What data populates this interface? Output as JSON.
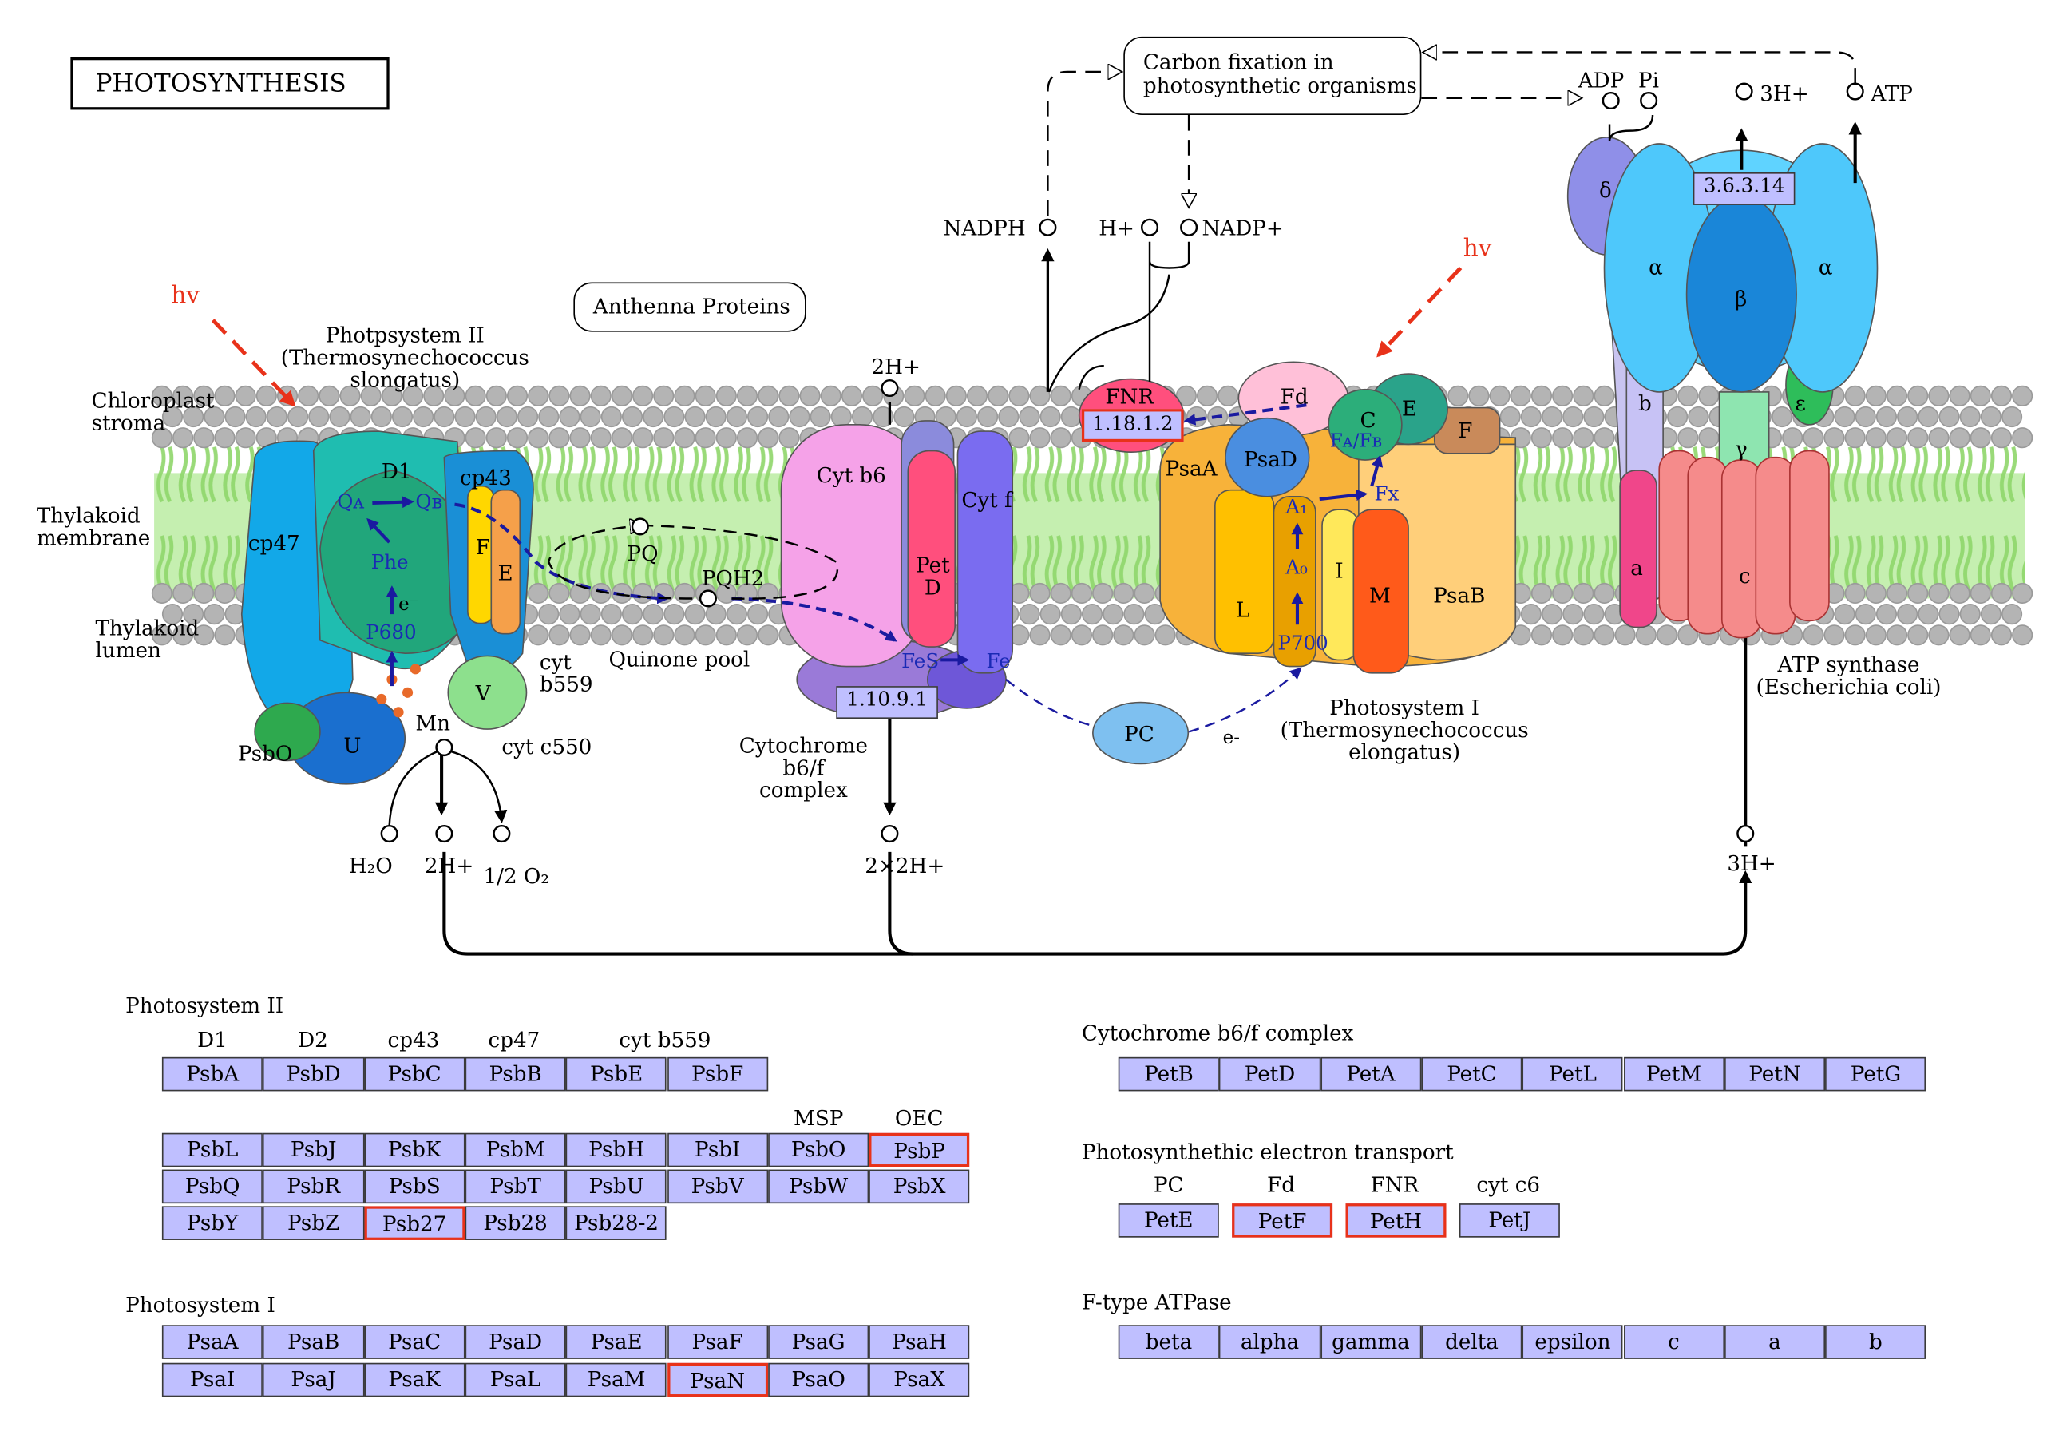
{
  "title": "PHOTOSYNTHESIS",
  "colors": {
    "highlight": "#e8321a",
    "gene_fill": "#bfbfff",
    "membrane": "#8fd66b",
    "lipid_head": "#b4b4b4",
    "electron_arrow": "#1a1aa0"
  },
  "maps": {
    "carbon_fixation": "Carbon fixation in\nphotosynthetic organisms",
    "antenna": "Anthenna Proteins"
  },
  "compartments": {
    "stroma": "Chloroplast\nstroma",
    "membrane": "Thylakoid\nmembrane",
    "lumen": "Thylakoid\nlumen"
  },
  "light": "hv",
  "complexes": {
    "psii": "Photpsystem II\n(Thermosynechococcus\nslongatus)",
    "cytb6f": "Cytochrome\nb6/f\ncomplex",
    "psi": "Photosystem I\n(Thermosynechococcus\nelongatus)",
    "atp": "ATP synthase\n(Escherichia coli)",
    "quinone": "Quinone pool"
  },
  "compounds": {
    "nadph": "NADPH",
    "hplus": "H+",
    "nadp": "NADP+",
    "adp": "ADP",
    "pi": "Pi",
    "h3": "3H+",
    "atp": "ATP",
    "h2_top": "2H+",
    "h2o": "H₂O",
    "h2_bottom": "2H+",
    "o2": "1/2 O₂",
    "h2x2": "2×2H+",
    "h3_bottom": "3H+",
    "mn": "Mn"
  },
  "ec": [
    {
      "id": "1.18.1.2",
      "hl": true
    },
    {
      "id": "3.6.3.14",
      "hl": false
    },
    {
      "id": "1.10.9.1",
      "hl": false
    }
  ],
  "subunits": {
    "psii": {
      "cp47": "cp47",
      "d1": "D1",
      "cp43": "cp43",
      "f": "F",
      "e": "E",
      "qa": "Qᴀ",
      "qb": "Qʙ",
      "phe": "Phe",
      "em": "e⁻",
      "p680": "P680",
      "psbo": "PsbO",
      "u": "U",
      "v": "V",
      "cytb559": "cyt\nb559",
      "cytc550": "cyt c550"
    },
    "cyt": {
      "b6": "Cyt b6",
      "pet": "Pet\nD",
      "f": "Cyt f",
      "fes": "FeS",
      "fe": "Fe",
      "pq": "PQ",
      "pqh2": "PQH2",
      "pc": "PC",
      "em": "e-"
    },
    "psi": {
      "fnr": "FNR",
      "fd": "Fd",
      "psaa": "PsaA",
      "psad": "PsaD",
      "c": "C",
      "e": "E",
      "f": "F",
      "fafb": "Fᴀ/Fʙ",
      "fx": "Fx",
      "a1": "A₁",
      "a0": "A₀",
      "p700": "P700",
      "l": "L",
      "i": "I",
      "m": "M",
      "psab": "PsaB"
    },
    "atp": {
      "delta": "δ",
      "alpha1": "α",
      "alpha2": "α",
      "beta": "β",
      "epsilon": "ε",
      "gamma": "γ",
      "b": "b",
      "a": "a",
      "c": "c"
    }
  },
  "gene_tables": {
    "psii": {
      "title": "Photosystem II",
      "labels_top": [
        "D1",
        "D2",
        "cp43",
        "cp47",
        "cyt b559"
      ],
      "labels_mid": [
        "MSP",
        "OEC"
      ],
      "row1": [
        {
          "g": "PsbA"
        },
        {
          "g": "PsbD"
        },
        {
          "g": "PsbC"
        },
        {
          "g": "PsbB"
        },
        {
          "g": "PsbE"
        },
        {
          "g": "PsbF"
        }
      ],
      "row2": [
        {
          "g": "PsbL"
        },
        {
          "g": "PsbJ"
        },
        {
          "g": "PsbK"
        },
        {
          "g": "PsbM"
        },
        {
          "g": "PsbH"
        },
        {
          "g": "PsbI"
        },
        {
          "g": "PsbO"
        },
        {
          "g": "PsbP",
          "hl": true
        }
      ],
      "row3": [
        {
          "g": "PsbQ"
        },
        {
          "g": "PsbR"
        },
        {
          "g": "PsbS"
        },
        {
          "g": "PsbT"
        },
        {
          "g": "PsbU"
        },
        {
          "g": "PsbV"
        },
        {
          "g": "PsbW"
        },
        {
          "g": "PsbX"
        }
      ],
      "row4": [
        {
          "g": "PsbY"
        },
        {
          "g": "PsbZ"
        },
        {
          "g": "Psb27",
          "hl": true
        },
        {
          "g": "Psb28"
        },
        {
          "g": "Psb28-2"
        }
      ]
    },
    "psi": {
      "title": "Photosystem I",
      "row1": [
        {
          "g": "PsaA"
        },
        {
          "g": "PsaB"
        },
        {
          "g": "PsaC"
        },
        {
          "g": "PsaD"
        },
        {
          "g": "PsaE"
        },
        {
          "g": "PsaF"
        },
        {
          "g": "PsaG"
        },
        {
          "g": "PsaH"
        }
      ],
      "row2": [
        {
          "g": "PsaI"
        },
        {
          "g": "PsaJ"
        },
        {
          "g": "PsaK"
        },
        {
          "g": "PsaL"
        },
        {
          "g": "PsaM"
        },
        {
          "g": "PsaN",
          "hl": true
        },
        {
          "g": "PsaO"
        },
        {
          "g": "PsaX"
        }
      ]
    },
    "cyt": {
      "title": "Cytochrome b6/f complex",
      "row1": [
        {
          "g": "PetB"
        },
        {
          "g": "PetD"
        },
        {
          "g": "PetA"
        },
        {
          "g": "PetC"
        },
        {
          "g": "PetL"
        },
        {
          "g": "PetM"
        },
        {
          "g": "PetN"
        },
        {
          "g": "PetG"
        }
      ]
    },
    "pet": {
      "title": "Photosynthethic electron transport",
      "labels": [
        "PC",
        "Fd",
        "FNR",
        "cyt c6"
      ],
      "row1": [
        {
          "g": "PetE"
        },
        {
          "g": "PetF",
          "hl": true
        },
        {
          "g": "PetH",
          "hl": true
        },
        {
          "g": "PetJ"
        }
      ]
    },
    "atpase": {
      "title": "F-type ATPase",
      "row1": [
        {
          "g": "beta"
        },
        {
          "g": "alpha"
        },
        {
          "g": "gamma"
        },
        {
          "g": "delta"
        },
        {
          "g": "epsilon"
        },
        {
          "g": "c"
        },
        {
          "g": "a"
        },
        {
          "g": "b"
        }
      ]
    }
  }
}
